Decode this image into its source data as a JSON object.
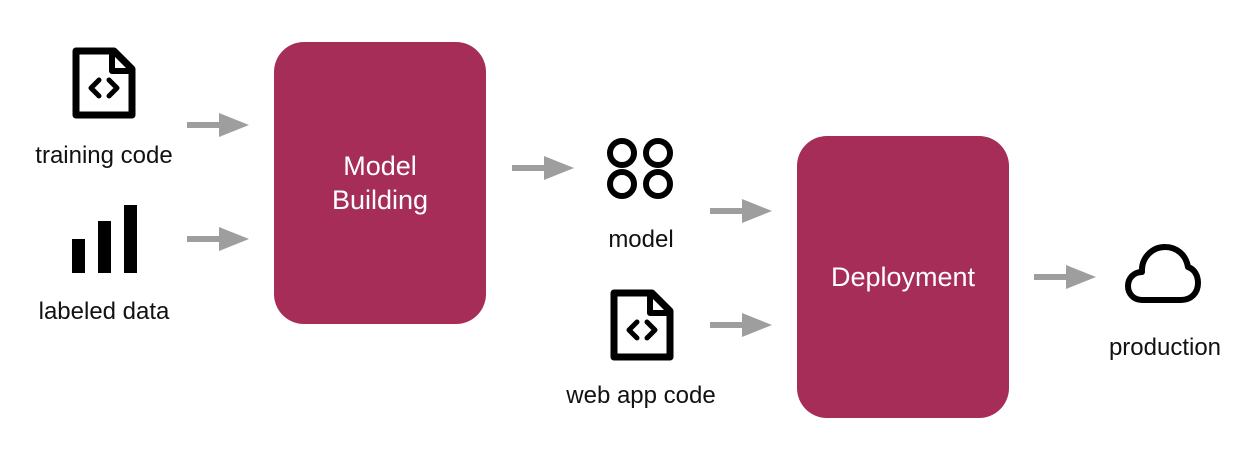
{
  "colors": {
    "stage_box": "#A52D57",
    "arrow": "#9E9E9E",
    "icon": "#000000",
    "text": "#111111",
    "box_text": "#FFFFFF"
  },
  "stages": {
    "model_building": "Model\nBuilding",
    "deployment": "Deployment"
  },
  "nodes": {
    "training_code": {
      "label": "training code",
      "icon": "code-file-icon"
    },
    "labeled_data": {
      "label": "labeled data",
      "icon": "bar-chart-icon"
    },
    "model": {
      "label": "model",
      "icon": "four-circles-icon"
    },
    "web_app_code": {
      "label": "web app code",
      "icon": "code-file-icon"
    },
    "production": {
      "label": "production",
      "icon": "cloud-icon"
    }
  }
}
